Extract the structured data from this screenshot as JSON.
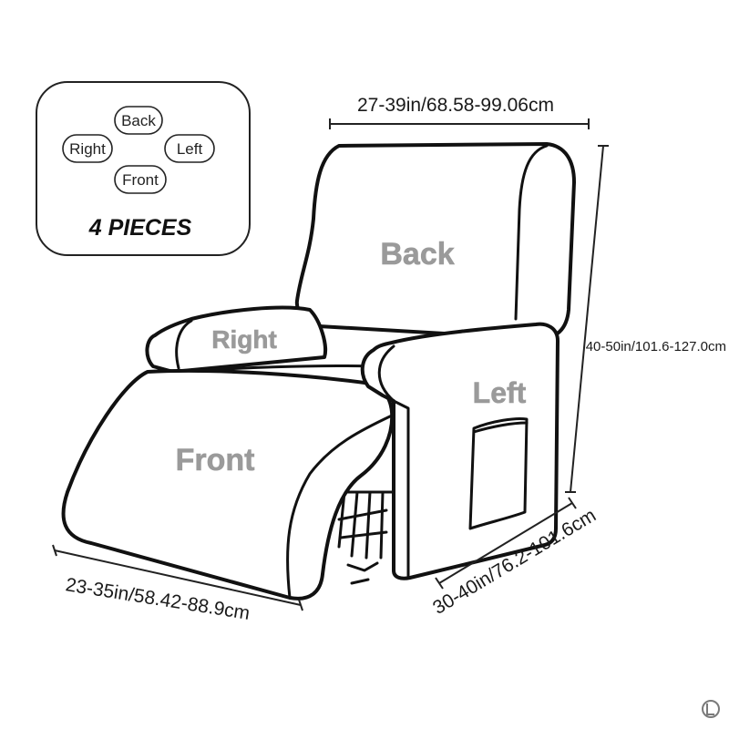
{
  "legend": {
    "pieces": [
      {
        "id": "back",
        "label": "Back"
      },
      {
        "id": "right",
        "label": "Right"
      },
      {
        "id": "left",
        "label": "Left"
      },
      {
        "id": "front",
        "label": "Front"
      }
    ],
    "count_label": "4 PIECES"
  },
  "parts": {
    "back": "Back",
    "right": "Right",
    "left": "Left",
    "front": "Front"
  },
  "dimensions": {
    "back_width": "27-39in/68.58-99.06cm",
    "height": "40-50in/101.6-127.0cm",
    "depth": "30-40in/76.2-101.6cm",
    "front_width": "23-35in/58.42-88.9cm"
  },
  "colors": {
    "outline": "#111111",
    "label_gray": "#9a9a9a"
  }
}
